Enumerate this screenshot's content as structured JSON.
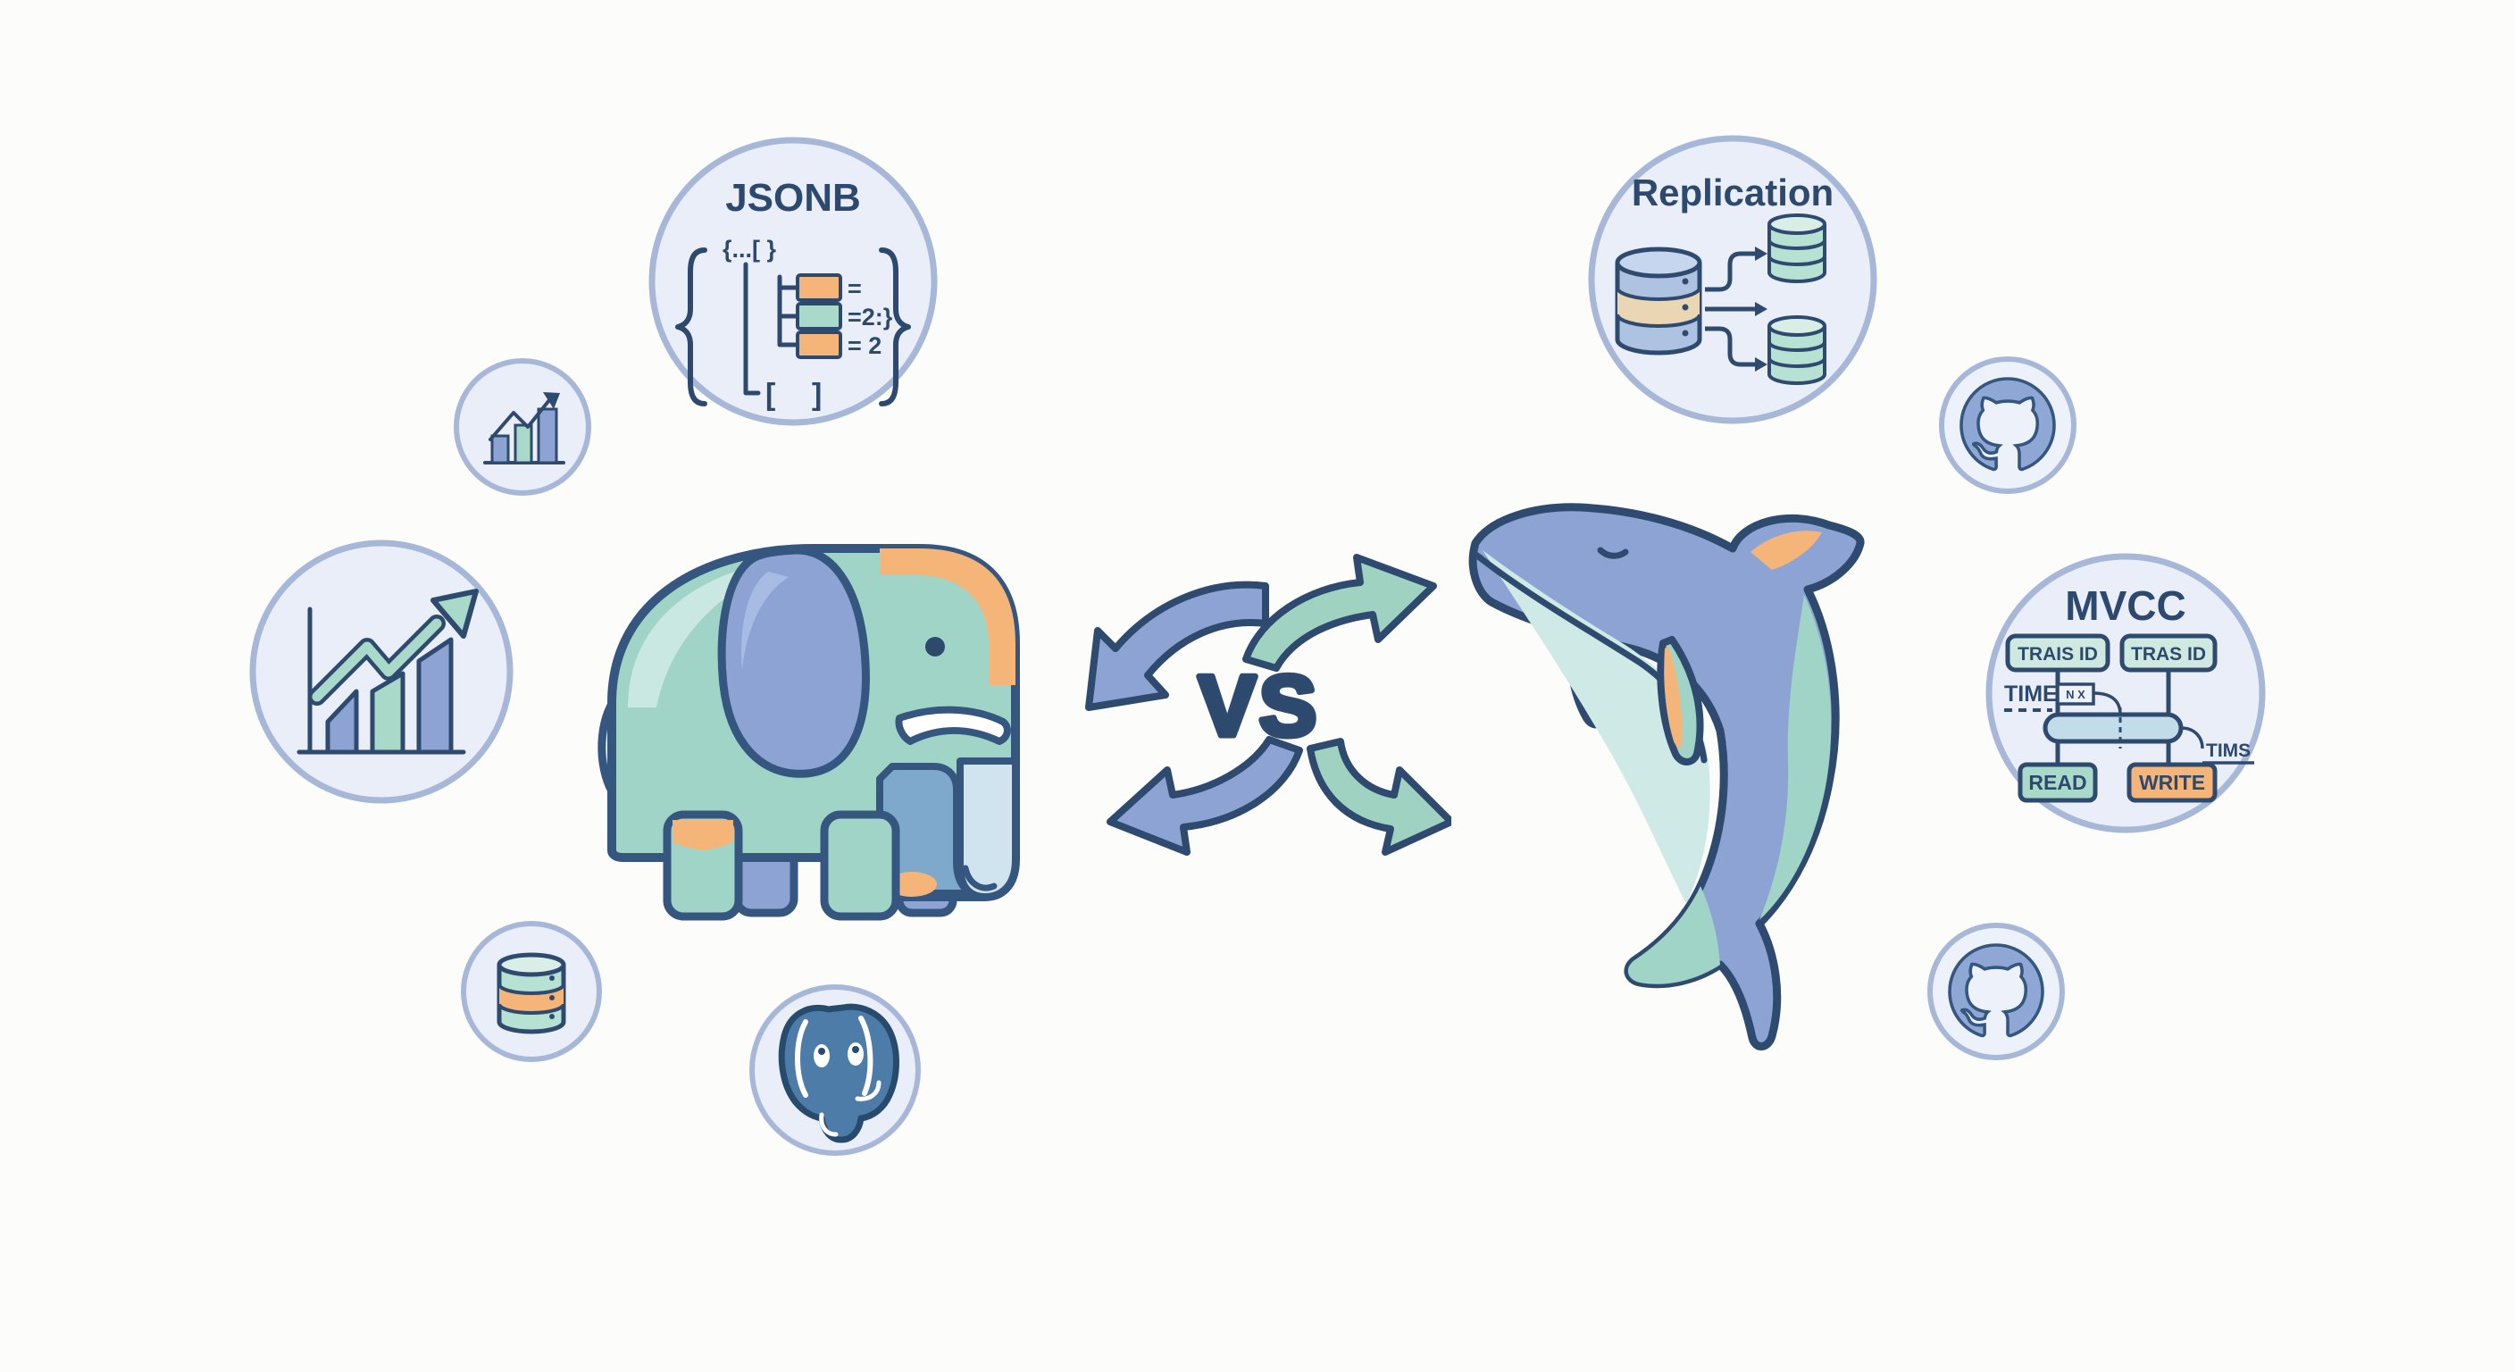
{
  "colors": {
    "background": "#fcfcfb",
    "badge_fill": "#e9eef8",
    "badge_border": "#a7b7d8",
    "outline_navy": "#2e4a6e",
    "teal": "#9fd4c6",
    "light_teal": "#cdeae3",
    "blue": "#8da3d3",
    "light_blue": "#aec2e2",
    "steel_blue": "#4d7ca8",
    "orange": "#f5b578",
    "green": "#a9d9c9",
    "tan": "#ead6b3",
    "vs_orange": "#f6b982"
  },
  "center": {
    "vs_label": "VS"
  },
  "badges": {
    "jsonb": {
      "title": "JSONB",
      "code_top": "{...[ }",
      "row_labels": [
        "=",
        "=2:}",
        "= 2"
      ],
      "bracket_open": "[",
      "bracket_close": "]"
    },
    "replication": {
      "title": "Replication"
    },
    "mvcc": {
      "title": "MVCC",
      "txn_left": "TRAIS ID",
      "txn_right": "TRAS ID",
      "time_label": "TIME",
      "nx_label": "N X",
      "tims_label": "TIMS",
      "read_label": "READ",
      "write_label": "WRITE"
    }
  },
  "icons": [
    "mini-bar-chart-icon",
    "growth-chart-icon",
    "database-cylinder-icon",
    "postgresql-elephant-logo-icon",
    "github-octocat-icon",
    "github-octocat-icon",
    "replication-cylinders-icon",
    "swap-arrows-icon",
    "elephant-illustration",
    "dolphin-illustration"
  ]
}
